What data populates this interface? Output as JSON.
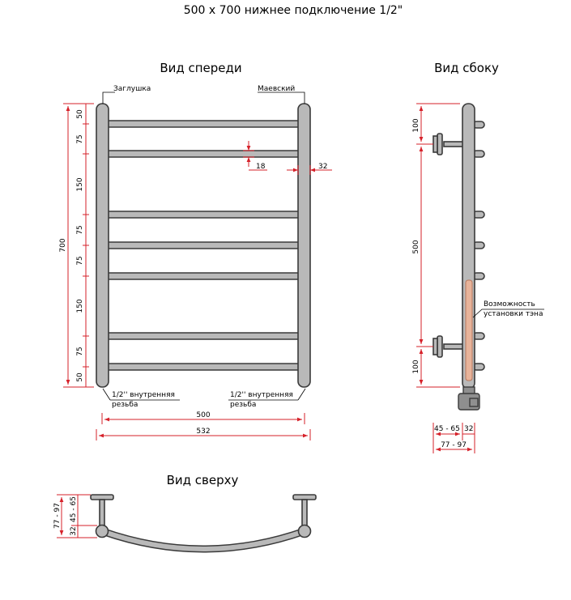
{
  "title": "500 x 700 нижнее подключение 1/2\"",
  "views": {
    "front": "Вид спереди",
    "side": "Вид сбоку",
    "top": "Вид сверху"
  },
  "labels": {
    "plug": "Заглушка",
    "mayevsky": "Маевский",
    "thread_left_1": "1/2'' внутренняя",
    "thread_left_2": "резьба",
    "thread_right_1": "1/2'' внутренняя",
    "thread_right_2": "резьба",
    "heater_1": "Возможность",
    "heater_2": "установки тэна"
  },
  "front_dims": {
    "total_height": "700",
    "segments": [
      "50",
      "75",
      "150",
      "75",
      "75",
      "150",
      "75",
      "50"
    ],
    "bar_gap": "18",
    "pipe_diameter": "32",
    "center_distance": "500",
    "total_width": "532"
  },
  "side_dims": {
    "top": "100",
    "middle": "500",
    "bottom": "100",
    "offset": "45 - 65",
    "pipe": "32",
    "total_depth": "77 - 97"
  },
  "top_dims": {
    "total_depth": "77 - 97",
    "offset": "45 - 65",
    "pipe": "32"
  },
  "colors": {
    "dimension_line": "#d6212a",
    "pipe_fill": "#b9b9b9",
    "pipe_outline": "#3a3a3a",
    "heater_fill": "#e8b39a"
  }
}
